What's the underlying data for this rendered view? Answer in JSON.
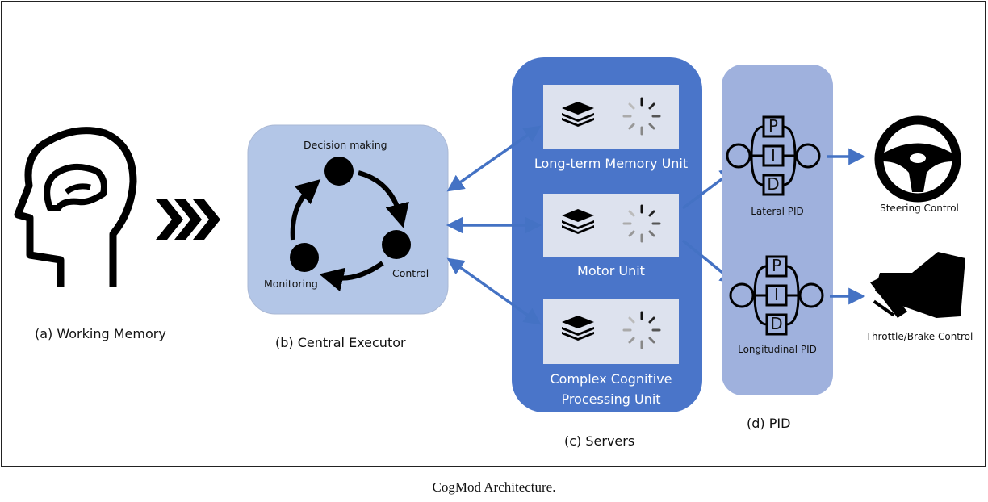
{
  "caption": "CogMod Architecture.",
  "colors": {
    "server_panel": "#4a75c9",
    "server_unit": "#dde2ee",
    "executor_box": "#b3c6e7",
    "pid_panel": "#9fb1dd",
    "arrow": "#4472c4"
  },
  "working_memory": {
    "label": "(a) Working Memory",
    "icon": "head-brain-icon",
    "chevrons_icon": "triple-chevron-icon"
  },
  "central_executor": {
    "label": "(b) Central Executor",
    "cycle": [
      "Decision making",
      "Control",
      "Monitoring"
    ]
  },
  "servers": {
    "label": "(c) Servers",
    "units": [
      {
        "name": "Long-term Memory Unit",
        "icon": "layers-icon",
        "status_icon": "loading-spinner-icon"
      },
      {
        "name": "Motor Unit",
        "icon": "layers-icon",
        "status_icon": "loading-spinner-icon"
      },
      {
        "name_line1": "Complex Cognitive",
        "name_line2": "Processing Unit",
        "icon": "layers-icon",
        "status_icon": "loading-spinner-icon"
      }
    ]
  },
  "pid": {
    "label": "(d) PID",
    "letters": [
      "P",
      "I",
      "D"
    ],
    "controllers": [
      {
        "name": "Lateral PID",
        "output": "Steering Control",
        "output_icon": "steering-wheel-icon"
      },
      {
        "name": "Longitudinal PID",
        "output": "Throttle/Brake Control",
        "output_icon": "foot-pedal-icon"
      }
    ]
  }
}
